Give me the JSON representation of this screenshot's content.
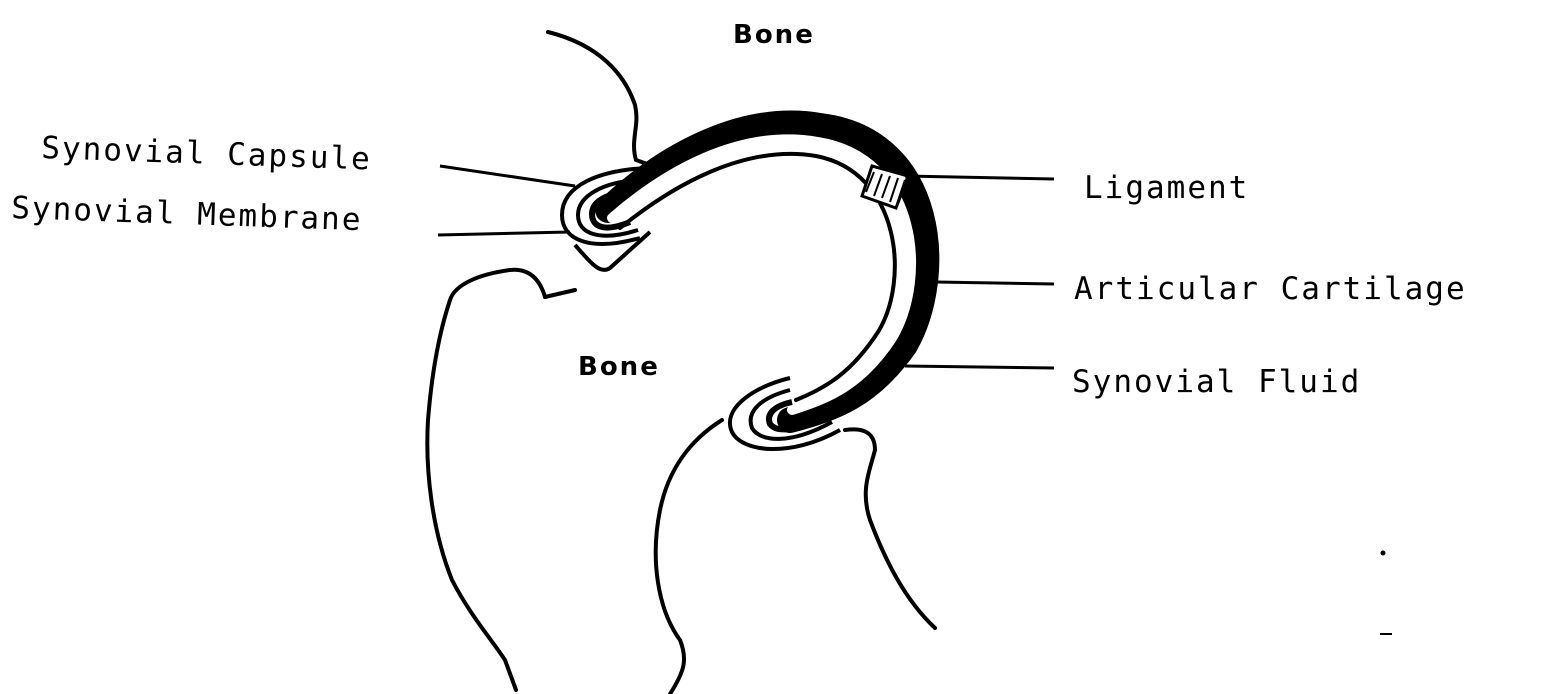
{
  "labels": {
    "bone_top": "Bone",
    "bone_middle": "Bone",
    "synovial_capsule": "Synovial Capsule",
    "synovial_membrane": "Synovial Membrane",
    "ligament": "Ligament",
    "articular_cartilage": "Articular Cartilage",
    "synovial_fluid": "Synovial Fluid"
  },
  "colors": {
    "ink": "#000000",
    "background": "#ffffff"
  }
}
